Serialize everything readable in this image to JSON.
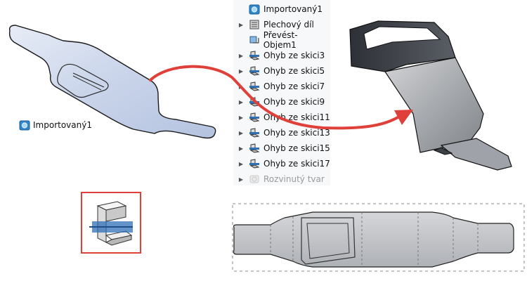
{
  "left_label": {
    "text": "Importovaný1",
    "icon": "imported-body-icon"
  },
  "feature_tree": {
    "items": [
      {
        "label": "Importovaný1",
        "icon": "imported-body-icon",
        "expandable": false,
        "suppressed": false
      },
      {
        "label": "Plechový díl",
        "icon": "sheet-metal-icon",
        "expandable": true,
        "suppressed": false
      },
      {
        "label": "Převést-Objem1",
        "icon": "convert-solid-icon",
        "expandable": false,
        "suppressed": false
      },
      {
        "label": "Ohyb ze skici3",
        "icon": "sketched-bend-icon",
        "expandable": true,
        "suppressed": false
      },
      {
        "label": "Ohyb ze skici5",
        "icon": "sketched-bend-icon",
        "expandable": true,
        "suppressed": false
      },
      {
        "label": "Ohyb ze skici7",
        "icon": "sketched-bend-icon",
        "expandable": true,
        "suppressed": false
      },
      {
        "label": "Ohyb ze skici9",
        "icon": "sketched-bend-icon",
        "expandable": true,
        "suppressed": false
      },
      {
        "label": "Ohyb ze skici11",
        "icon": "sketched-bend-icon",
        "expandable": true,
        "suppressed": false
      },
      {
        "label": "Ohyb ze skici13",
        "icon": "sketched-bend-icon",
        "expandable": true,
        "suppressed": false
      },
      {
        "label": "Ohyb ze skici15",
        "icon": "sketched-bend-icon",
        "expandable": true,
        "suppressed": false
      },
      {
        "label": "Ohyb ze skici17",
        "icon": "sketched-bend-icon",
        "expandable": true,
        "suppressed": false
      },
      {
        "label": "Rozvinutý tvar",
        "icon": "flat-pattern-icon",
        "expandable": true,
        "suppressed": true
      }
    ]
  },
  "colors": {
    "arrow": "#e0403a",
    "highlight_border": "#e0403a",
    "part_fill": "#c7d3ea",
    "part_gray": "#8c9097",
    "selection_blue": "#2f6fb5"
  },
  "command_icon": "sketched-bend-command-icon"
}
